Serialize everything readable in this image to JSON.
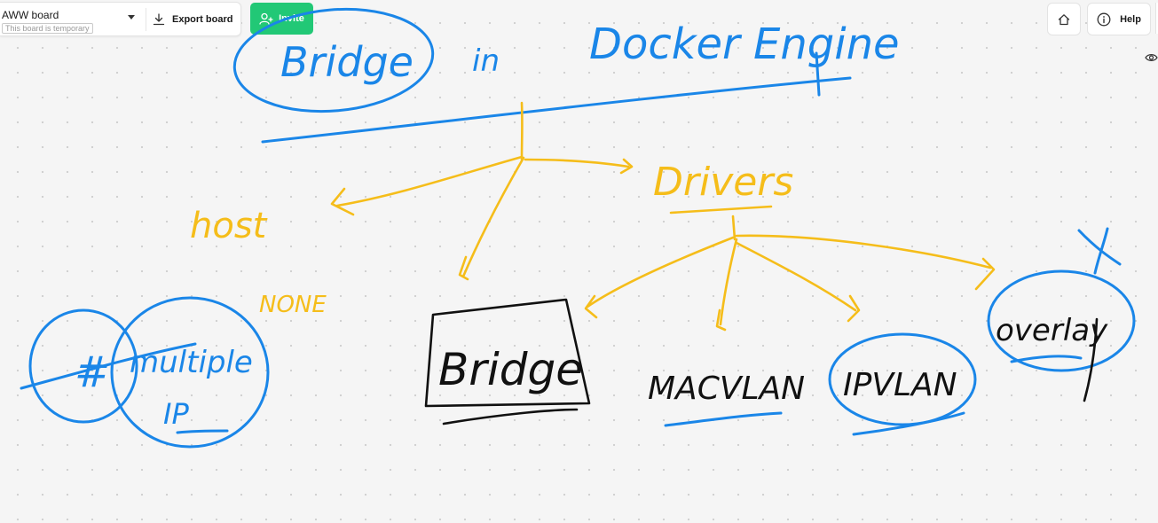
{
  "toolbar": {
    "board_name": "AWW board",
    "board_subtitle": "This board is temporary",
    "export_label": "Export board",
    "invite_label": "Invite",
    "help_label": "Help"
  },
  "canvas": {
    "title": {
      "bridge": "Bridge",
      "in": "in",
      "docker_engine": "Docker Engine"
    },
    "drivers": "Drivers",
    "host": "host",
    "none": "NONE",
    "multiple_ip_1": "multiple",
    "multiple_ip_2": "IP",
    "bridge_box": "Bridge",
    "macvlan": "MACVLAN",
    "ipvlan": "IPVLAN",
    "overlay": "overlay",
    "hash": "#",
    "cross": "X"
  },
  "icons": [
    "chevron-down-icon",
    "download-icon",
    "user-plus-icon",
    "home-icon",
    "info-icon",
    "eye-icon"
  ],
  "colors": {
    "accent_green": "#22c876",
    "ink_blue": "#1a86e8",
    "ink_yellow": "#f5bd1a",
    "ink_black": "#111111",
    "background": "#f5f5f5"
  }
}
